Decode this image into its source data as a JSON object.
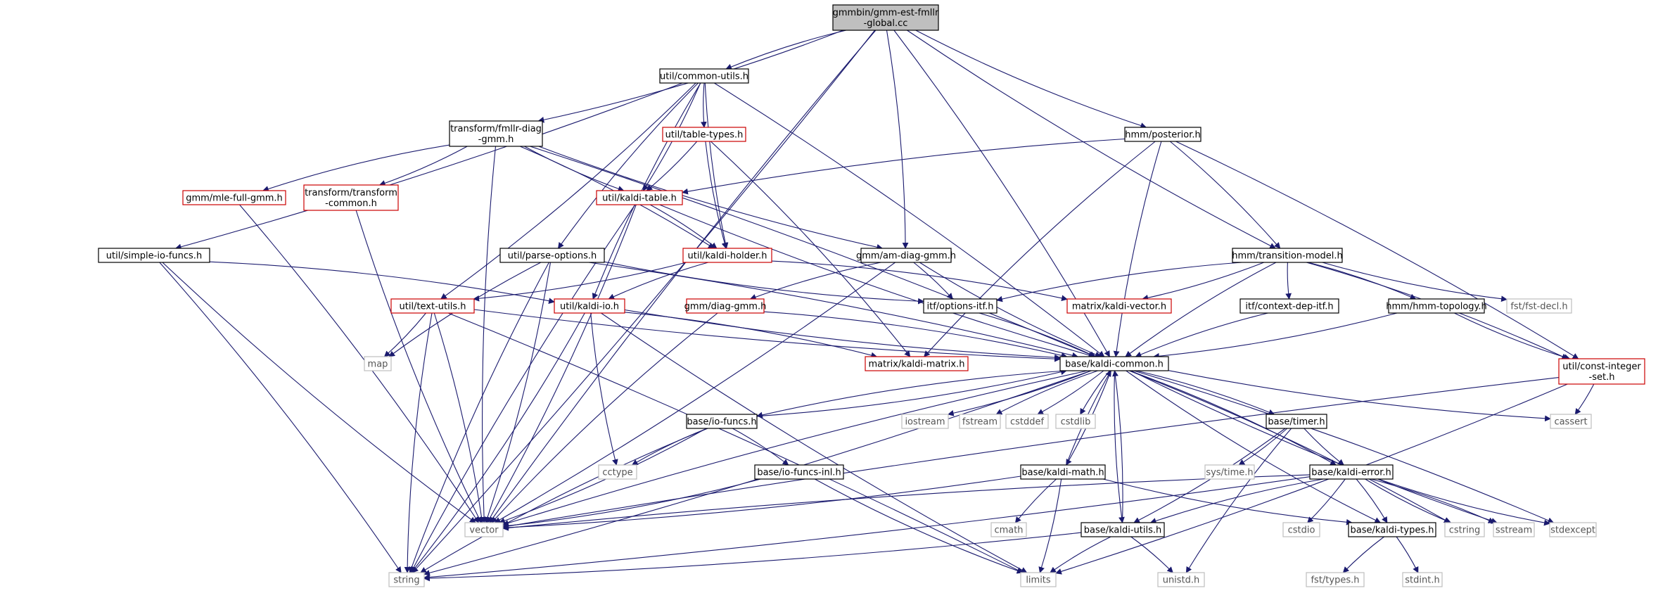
{
  "diagram": {
    "root": "gmmbin/gmm-est-fmllr-global.cc",
    "nodes": [
      {
        "id": "root",
        "label_lines": [
          "gmmbin/gmm-est-fmllr",
          "-global.cc"
        ],
        "style": "root"
      },
      {
        "id": "common_utils",
        "label_lines": [
          "util/common-utils.h"
        ],
        "style": "normal"
      },
      {
        "id": "fmllr_diag",
        "label_lines": [
          "transform/fmllr-diag",
          "-gmm.h"
        ],
        "style": "normal"
      },
      {
        "id": "table_types",
        "label_lines": [
          "util/table-types.h"
        ],
        "style": "red"
      },
      {
        "id": "hmm_posterior",
        "label_lines": [
          "hmm/posterior.h"
        ],
        "style": "normal"
      },
      {
        "id": "mle_full",
        "label_lines": [
          "gmm/mle-full-gmm.h"
        ],
        "style": "red"
      },
      {
        "id": "transform_common",
        "label_lines": [
          "transform/transform",
          "-common.h"
        ],
        "style": "red"
      },
      {
        "id": "kaldi_table",
        "label_lines": [
          "util/kaldi-table.h"
        ],
        "style": "red"
      },
      {
        "id": "simple_io",
        "label_lines": [
          "util/simple-io-funcs.h"
        ],
        "style": "normal"
      },
      {
        "id": "parse_options",
        "label_lines": [
          "util/parse-options.h"
        ],
        "style": "normal"
      },
      {
        "id": "kaldi_holder",
        "label_lines": [
          "util/kaldi-holder.h"
        ],
        "style": "red"
      },
      {
        "id": "am_diag",
        "label_lines": [
          "gmm/am-diag-gmm.h"
        ],
        "style": "normal"
      },
      {
        "id": "transition_model",
        "label_lines": [
          "hmm/transition-model.h"
        ],
        "style": "normal"
      },
      {
        "id": "text_utils",
        "label_lines": [
          "util/text-utils.h"
        ],
        "style": "red"
      },
      {
        "id": "kaldi_io",
        "label_lines": [
          "util/kaldi-io.h"
        ],
        "style": "red"
      },
      {
        "id": "diag_gmm",
        "label_lines": [
          "gmm/diag-gmm.h"
        ],
        "style": "red"
      },
      {
        "id": "options_itf",
        "label_lines": [
          "itf/options-itf.h"
        ],
        "style": "normal"
      },
      {
        "id": "kaldi_vector",
        "label_lines": [
          "matrix/kaldi-vector.h"
        ],
        "style": "red"
      },
      {
        "id": "context_dep",
        "label_lines": [
          "itf/context-dep-itf.h"
        ],
        "style": "normal"
      },
      {
        "id": "hmm_topology",
        "label_lines": [
          "hmm/hmm-topology.h"
        ],
        "style": "normal"
      },
      {
        "id": "fst_decl",
        "label_lines": [
          "fst/fst-decl.h"
        ],
        "style": "gray"
      },
      {
        "id": "const_int_set",
        "label_lines": [
          "util/const-integer",
          "-set.h"
        ],
        "style": "red"
      },
      {
        "id": "map",
        "label_lines": [
          "map"
        ],
        "style": "gray"
      },
      {
        "id": "kaldi_matrix",
        "label_lines": [
          "matrix/kaldi-matrix.h"
        ],
        "style": "red"
      },
      {
        "id": "kaldi_common",
        "label_lines": [
          "base/kaldi-common.h"
        ],
        "style": "normal"
      },
      {
        "id": "io_funcs",
        "label_lines": [
          "base/io-funcs.h"
        ],
        "style": "normal"
      },
      {
        "id": "iostream",
        "label_lines": [
          "iostream"
        ],
        "style": "gray"
      },
      {
        "id": "fstream",
        "label_lines": [
          "fstream"
        ],
        "style": "gray"
      },
      {
        "id": "cstddef",
        "label_lines": [
          "cstddef"
        ],
        "style": "gray"
      },
      {
        "id": "cstdlib",
        "label_lines": [
          "cstdlib"
        ],
        "style": "gray"
      },
      {
        "id": "timer",
        "label_lines": [
          "base/timer.h"
        ],
        "style": "normal"
      },
      {
        "id": "cassert",
        "label_lines": [
          "cassert"
        ],
        "style": "gray"
      },
      {
        "id": "cctype",
        "label_lines": [
          "cctype"
        ],
        "style": "gray"
      },
      {
        "id": "io_funcs_inl",
        "label_lines": [
          "base/io-funcs-inl.h"
        ],
        "style": "normal"
      },
      {
        "id": "kaldi_math",
        "label_lines": [
          "base/kaldi-math.h"
        ],
        "style": "normal"
      },
      {
        "id": "sys_time",
        "label_lines": [
          "sys/time.h"
        ],
        "style": "gray"
      },
      {
        "id": "kaldi_error",
        "label_lines": [
          "base/kaldi-error.h"
        ],
        "style": "normal"
      },
      {
        "id": "vector",
        "label_lines": [
          "vector"
        ],
        "style": "gray"
      },
      {
        "id": "cmath",
        "label_lines": [
          "cmath"
        ],
        "style": "gray"
      },
      {
        "id": "kaldi_utils",
        "label_lines": [
          "base/kaldi-utils.h"
        ],
        "style": "normal"
      },
      {
        "id": "cstdio",
        "label_lines": [
          "cstdio"
        ],
        "style": "gray"
      },
      {
        "id": "kaldi_types",
        "label_lines": [
          "base/kaldi-types.h"
        ],
        "style": "normal"
      },
      {
        "id": "cstring",
        "label_lines": [
          "cstring"
        ],
        "style": "gray"
      },
      {
        "id": "sstream",
        "label_lines": [
          "sstream"
        ],
        "style": "gray"
      },
      {
        "id": "stdexcept",
        "label_lines": [
          "stdexcept"
        ],
        "style": "gray"
      },
      {
        "id": "string",
        "label_lines": [
          "string"
        ],
        "style": "gray"
      },
      {
        "id": "limits",
        "label_lines": [
          "limits"
        ],
        "style": "gray"
      },
      {
        "id": "unistd",
        "label_lines": [
          "unistd.h"
        ],
        "style": "gray"
      },
      {
        "id": "fst_types",
        "label_lines": [
          "fst/types.h"
        ],
        "style": "gray"
      },
      {
        "id": "stdint",
        "label_lines": [
          "stdint.h"
        ],
        "style": "gray"
      }
    ],
    "edges": [
      [
        "root",
        "common_utils"
      ],
      [
        "root",
        "fmllr_diag"
      ],
      [
        "root",
        "hmm_posterior"
      ],
      [
        "root",
        "am_diag"
      ],
      [
        "root",
        "transition_model"
      ],
      [
        "root",
        "kaldi_common"
      ],
      [
        "root",
        "vector"
      ],
      [
        "root",
        "string"
      ],
      [
        "common_utils",
        "table_types"
      ],
      [
        "common_utils",
        "kaldi_table"
      ],
      [
        "common_utils",
        "kaldi_holder"
      ],
      [
        "common_utils",
        "simple_io"
      ],
      [
        "common_utils",
        "parse_options"
      ],
      [
        "common_utils",
        "text_utils"
      ],
      [
        "common_utils",
        "kaldi_io"
      ],
      [
        "common_utils",
        "kaldi_common"
      ],
      [
        "fmllr_diag",
        "mle_full"
      ],
      [
        "fmllr_diag",
        "transform_common"
      ],
      [
        "fmllr_diag",
        "kaldi_table"
      ],
      [
        "fmllr_diag",
        "kaldi_holder"
      ],
      [
        "fmllr_diag",
        "am_diag"
      ],
      [
        "fmllr_diag",
        "kaldi_common"
      ],
      [
        "fmllr_diag",
        "vector"
      ],
      [
        "table_types",
        "kaldi_table"
      ],
      [
        "table_types",
        "kaldi_holder"
      ],
      [
        "table_types",
        "kaldi_matrix"
      ],
      [
        "hmm_posterior",
        "kaldi_table"
      ],
      [
        "hmm_posterior",
        "transition_model"
      ],
      [
        "hmm_posterior",
        "kaldi_common"
      ],
      [
        "hmm_posterior",
        "const_int_set"
      ],
      [
        "hmm_posterior",
        "kaldi_matrix"
      ],
      [
        "mle_full",
        "vector"
      ],
      [
        "transform_common",
        "vector"
      ],
      [
        "kaldi_table",
        "kaldi_holder"
      ],
      [
        "kaldi_table",
        "kaldi_common"
      ],
      [
        "kaldi_table",
        "vector"
      ],
      [
        "kaldi_table",
        "string"
      ],
      [
        "simple_io",
        "kaldi_io"
      ],
      [
        "simple_io",
        "vector"
      ],
      [
        "simple_io",
        "string"
      ],
      [
        "parse_options",
        "options_itf"
      ],
      [
        "parse_options",
        "kaldi_common"
      ],
      [
        "parse_options",
        "map"
      ],
      [
        "parse_options",
        "vector"
      ],
      [
        "parse_options",
        "string"
      ],
      [
        "kaldi_holder",
        "text_utils"
      ],
      [
        "kaldi_holder",
        "kaldi_io"
      ],
      [
        "kaldi_holder",
        "kaldi_vector"
      ],
      [
        "am_diag",
        "diag_gmm"
      ],
      [
        "am_diag",
        "options_itf"
      ],
      [
        "am_diag",
        "kaldi_common"
      ],
      [
        "am_diag",
        "vector"
      ],
      [
        "transition_model",
        "options_itf"
      ],
      [
        "transition_model",
        "kaldi_vector"
      ],
      [
        "transition_model",
        "context_dep"
      ],
      [
        "transition_model",
        "hmm_topology"
      ],
      [
        "transition_model",
        "fst_decl"
      ],
      [
        "transition_model",
        "const_int_set"
      ],
      [
        "transition_model",
        "kaldi_common"
      ],
      [
        "text_utils",
        "map"
      ],
      [
        "text_utils",
        "kaldi_common"
      ],
      [
        "text_utils",
        "vector"
      ],
      [
        "text_utils",
        "string"
      ],
      [
        "text_utils",
        "limits"
      ],
      [
        "kaldi_io",
        "kaldi_common"
      ],
      [
        "kaldi_io",
        "kaldi_matrix"
      ],
      [
        "kaldi_io",
        "cctype"
      ],
      [
        "kaldi_io",
        "string"
      ],
      [
        "kaldi_io",
        "limits"
      ],
      [
        "diag_gmm",
        "kaldi_common"
      ],
      [
        "diag_gmm",
        "vector"
      ],
      [
        "options_itf",
        "kaldi_common"
      ],
      [
        "context_dep",
        "kaldi_common"
      ],
      [
        "hmm_topology",
        "kaldi_common"
      ],
      [
        "hmm_topology",
        "const_int_set"
      ],
      [
        "const_int_set",
        "cassert"
      ],
      [
        "const_int_set",
        "vector"
      ],
      [
        "const_int_set",
        "limits"
      ],
      [
        "kaldi_common",
        "io_funcs"
      ],
      [
        "kaldi_common",
        "iostream"
      ],
      [
        "kaldi_common",
        "fstream"
      ],
      [
        "kaldi_common",
        "cstddef"
      ],
      [
        "kaldi_common",
        "cstdlib"
      ],
      [
        "kaldi_common",
        "timer"
      ],
      [
        "kaldi_common",
        "cassert"
      ],
      [
        "kaldi_common",
        "kaldi_math"
      ],
      [
        "kaldi_common",
        "kaldi_utils"
      ],
      [
        "kaldi_common",
        "kaldi_error"
      ],
      [
        "kaldi_common",
        "kaldi_types"
      ],
      [
        "kaldi_common",
        "cstring"
      ],
      [
        "kaldi_common",
        "sstream"
      ],
      [
        "kaldi_common",
        "stdexcept"
      ],
      [
        "kaldi_common",
        "vector"
      ],
      [
        "kaldi_common",
        "string"
      ],
      [
        "io_funcs",
        "kaldi_common"
      ],
      [
        "io_funcs",
        "io_funcs_inl"
      ],
      [
        "io_funcs",
        "cctype"
      ],
      [
        "io_funcs",
        "vector"
      ],
      [
        "io_funcs",
        "string"
      ],
      [
        "io_funcs_inl",
        "vector"
      ],
      [
        "io_funcs_inl",
        "limits"
      ],
      [
        "timer",
        "sys_time"
      ],
      [
        "timer",
        "kaldi_error"
      ],
      [
        "timer",
        "kaldi_utils"
      ],
      [
        "timer",
        "unistd"
      ],
      [
        "kaldi_math",
        "kaldi_common"
      ],
      [
        "kaldi_math",
        "kaldi_types"
      ],
      [
        "kaldi_math",
        "vector"
      ],
      [
        "kaldi_math",
        "cmath"
      ],
      [
        "kaldi_math",
        "limits"
      ],
      [
        "kaldi_error",
        "kaldi_utils"
      ],
      [
        "kaldi_error",
        "kaldi_types"
      ],
      [
        "kaldi_error",
        "vector"
      ],
      [
        "kaldi_error",
        "cstdio"
      ],
      [
        "kaldi_error",
        "cstring"
      ],
      [
        "kaldi_error",
        "sstream"
      ],
      [
        "kaldi_error",
        "stdexcept"
      ],
      [
        "kaldi_error",
        "string"
      ],
      [
        "kaldi_utils",
        "kaldi_common"
      ],
      [
        "kaldi_utils",
        "string"
      ],
      [
        "kaldi_utils",
        "limits"
      ],
      [
        "kaldi_utils",
        "unistd"
      ],
      [
        "kaldi_types",
        "fst_types"
      ],
      [
        "kaldi_types",
        "stdint"
      ]
    ]
  },
  "colors": {
    "edge": "#1a1a6e",
    "normal_border": "#000000",
    "red_border": "#cc0000",
    "gray_border": "#bfbfbf",
    "root_fill": "#bfbfbf",
    "normal_text": "#000000",
    "gray_text": "#555555"
  }
}
